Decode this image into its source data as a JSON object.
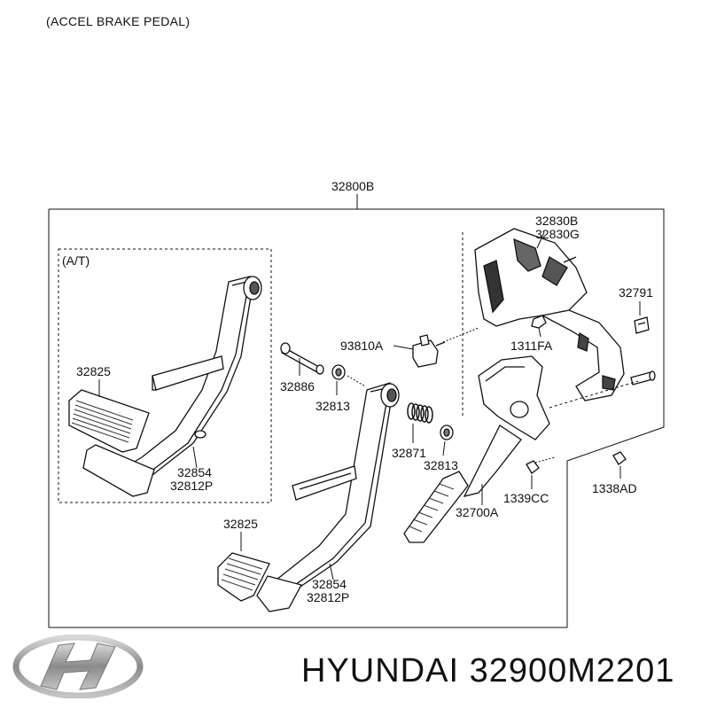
{
  "header": {
    "caption": "(ACCEL  BRAKE PEDAL)"
  },
  "diagram": {
    "assembly_label": "32800B",
    "at_group_label": "(A/T)",
    "parts": {
      "pad_at": "32825",
      "pad_main": "32825",
      "cover_at": "32854",
      "cover_main": "32854",
      "pedal_at": "32812P",
      "pedal_main": "32812P",
      "pin": "32886",
      "bushing_upper": "32813",
      "bushing_lower": "32813",
      "spring": "32871",
      "bracket_1": "32830B",
      "bracket_2": "32830G",
      "clip": "32791",
      "switch": "93810A",
      "nut_bracket": "1311FA",
      "accel_pedal": "32700A",
      "nut_accel": "1339CC",
      "nut_side": "1338AD"
    }
  },
  "footer": {
    "brand_line": "HYUNDAI 32900M2201",
    "logo_icon": "hyundai-logo-icon"
  }
}
